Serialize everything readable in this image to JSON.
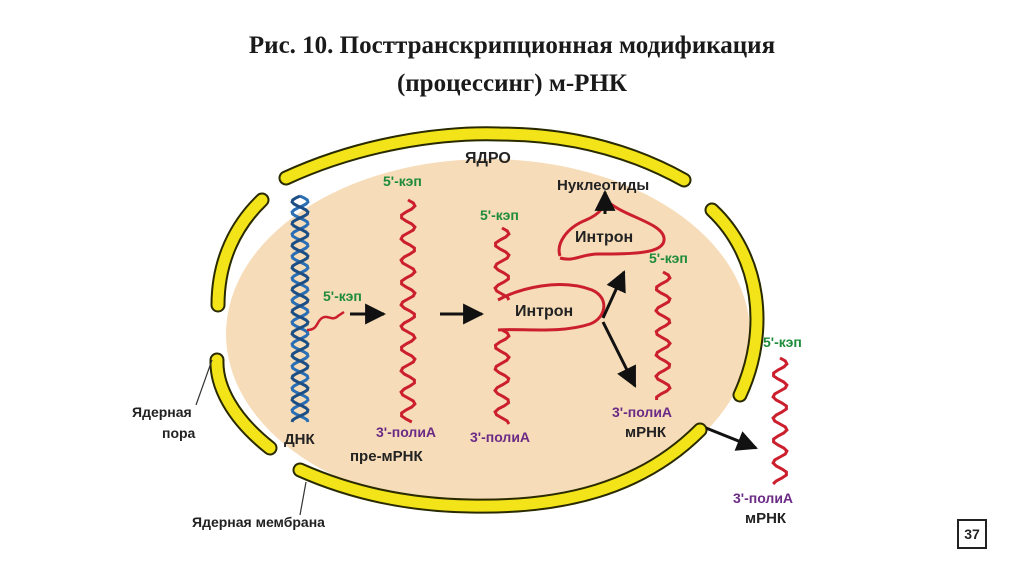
{
  "title": {
    "line1": "Рис. 10. Посттранскрипционная модификация",
    "line2": "(процессинг) м-РНК"
  },
  "labels": {
    "nucleus": "ЯДРО",
    "cap": "5'-кэп",
    "nucleotides": "Нуклеотиды",
    "intron": "Интрон",
    "poly_a": "3'-полиА",
    "dna": "ДНК",
    "pre_mrna": "пре-мРНК",
    "mrna": "мРНК",
    "nuclear_pore_1": "Ядерная",
    "nuclear_pore_2": "пора",
    "nuclear_membrane": "Ядерная мембрана"
  },
  "page_number": "37",
  "colors": {
    "nucleus_fill": "#f6dcb8",
    "membrane": "#f2e418",
    "dna": "#2a6fb5",
    "rna": "#cc1f2e",
    "cap_text": "#1e8c3a",
    "polya_text": "#6b2a86",
    "text": "#222222"
  }
}
